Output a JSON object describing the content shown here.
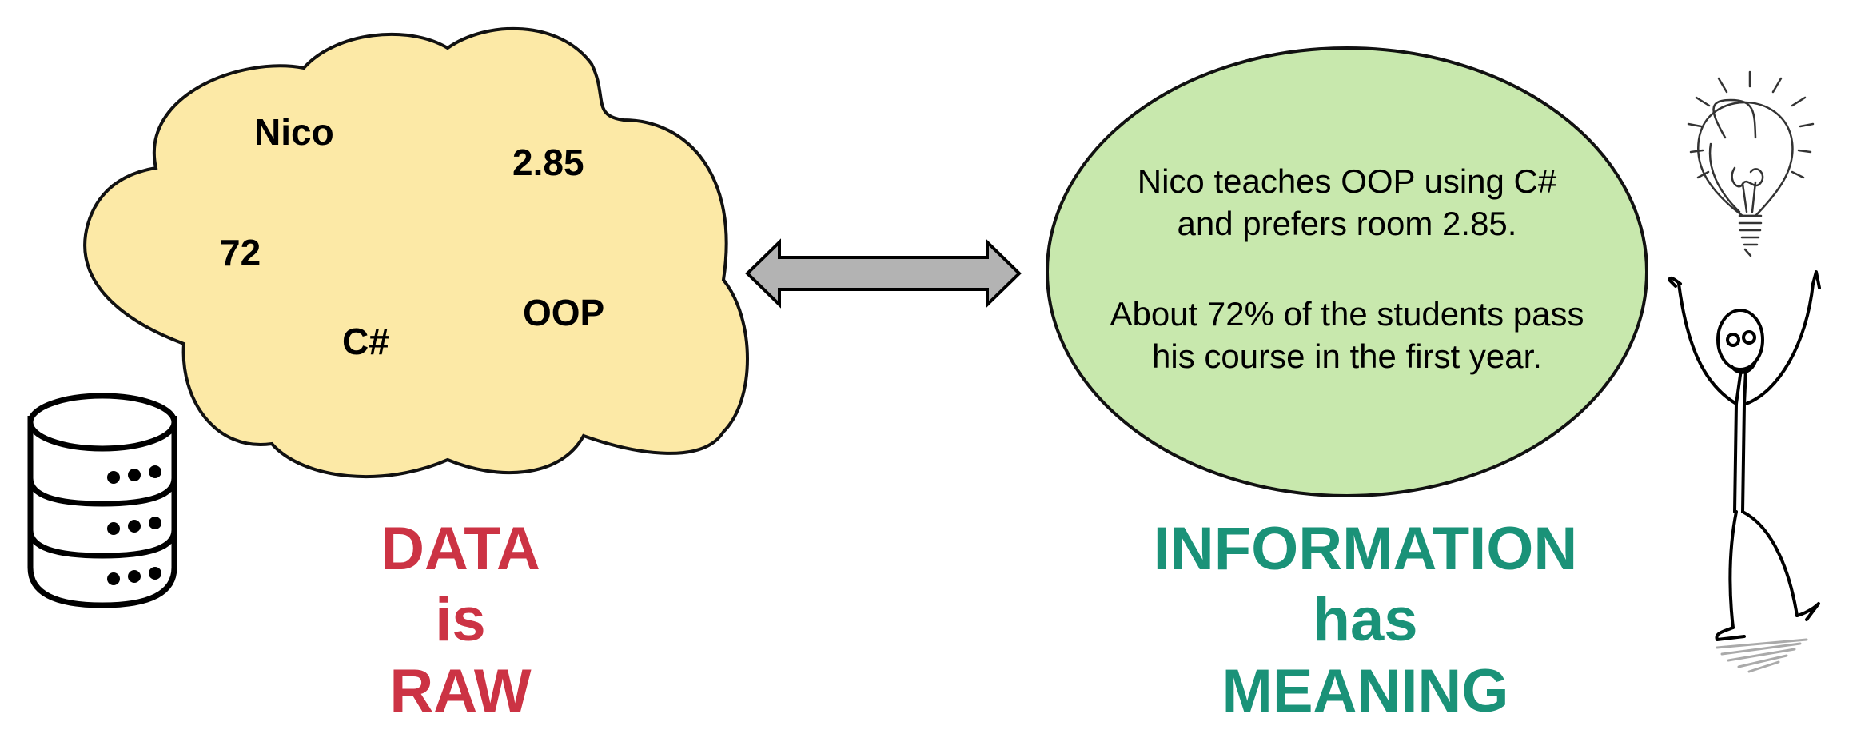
{
  "cloud": {
    "words": [
      "Nico",
      "2.85",
      "72",
      "OOP",
      "C#"
    ],
    "fill": "#fce9a6"
  },
  "ellipse": {
    "fill": "#c8e8ad",
    "lines": [
      "Nico teaches OOP using C#",
      "and prefers room 2.85.",
      "About 72% of the students pass",
      "his course in the first year."
    ]
  },
  "captions": {
    "data": [
      "DATA",
      "is",
      "RAW"
    ],
    "info": [
      "INFORMATION",
      "has",
      "MEANING"
    ],
    "data_color": "#cc3344",
    "info_color": "#1a9278"
  },
  "icons": {
    "database": "database-icon",
    "arrow": "double-arrow-icon",
    "lightbulb": "lightbulb-icon",
    "person": "stick-figure-icon"
  }
}
